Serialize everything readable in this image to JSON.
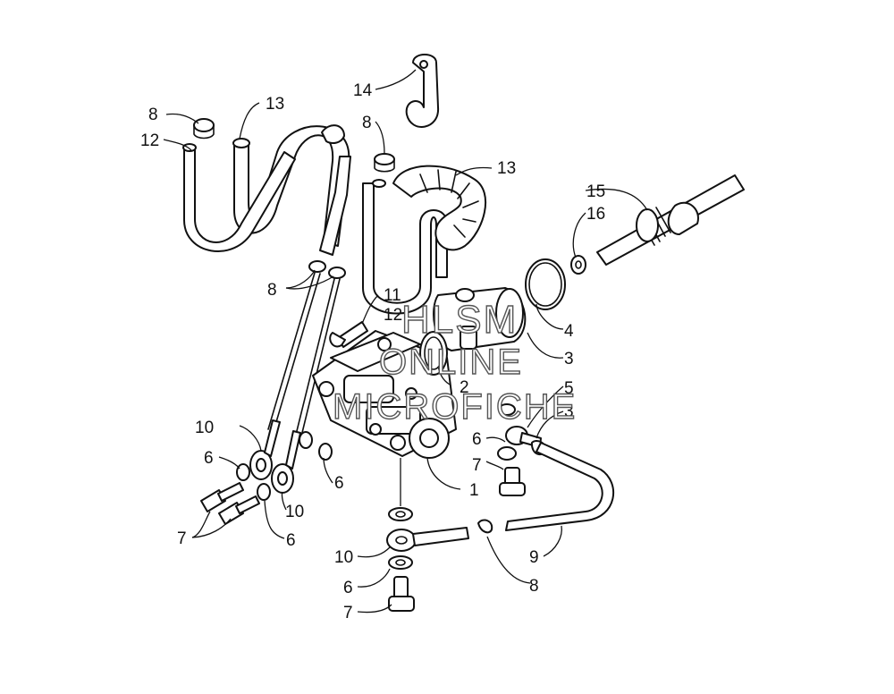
{
  "diagram": {
    "callouts": {
      "c1": "1",
      "c2": "2",
      "c3a": "3",
      "c3b": "3",
      "c4": "4",
      "c5": "5",
      "c6a": "6",
      "c6b": "6",
      "c6c": "6",
      "c6d": "6",
      "c6e": "6",
      "c7a": "7",
      "c7b": "7",
      "c7c": "7",
      "c8a": "8",
      "c8b": "8",
      "c8c": "8",
      "c8d": "8",
      "c9": "9",
      "c10a": "10",
      "c10b": "10",
      "c10c": "10",
      "c11": "11",
      "c12a": "12",
      "c12b": "12",
      "c13a": "13",
      "c13b": "13",
      "c14": "14",
      "c15": "15",
      "c16": "16"
    },
    "watermark": {
      "line1": "HLSM",
      "line2": "ONLINE",
      "line3": "MICROFICHE"
    }
  }
}
